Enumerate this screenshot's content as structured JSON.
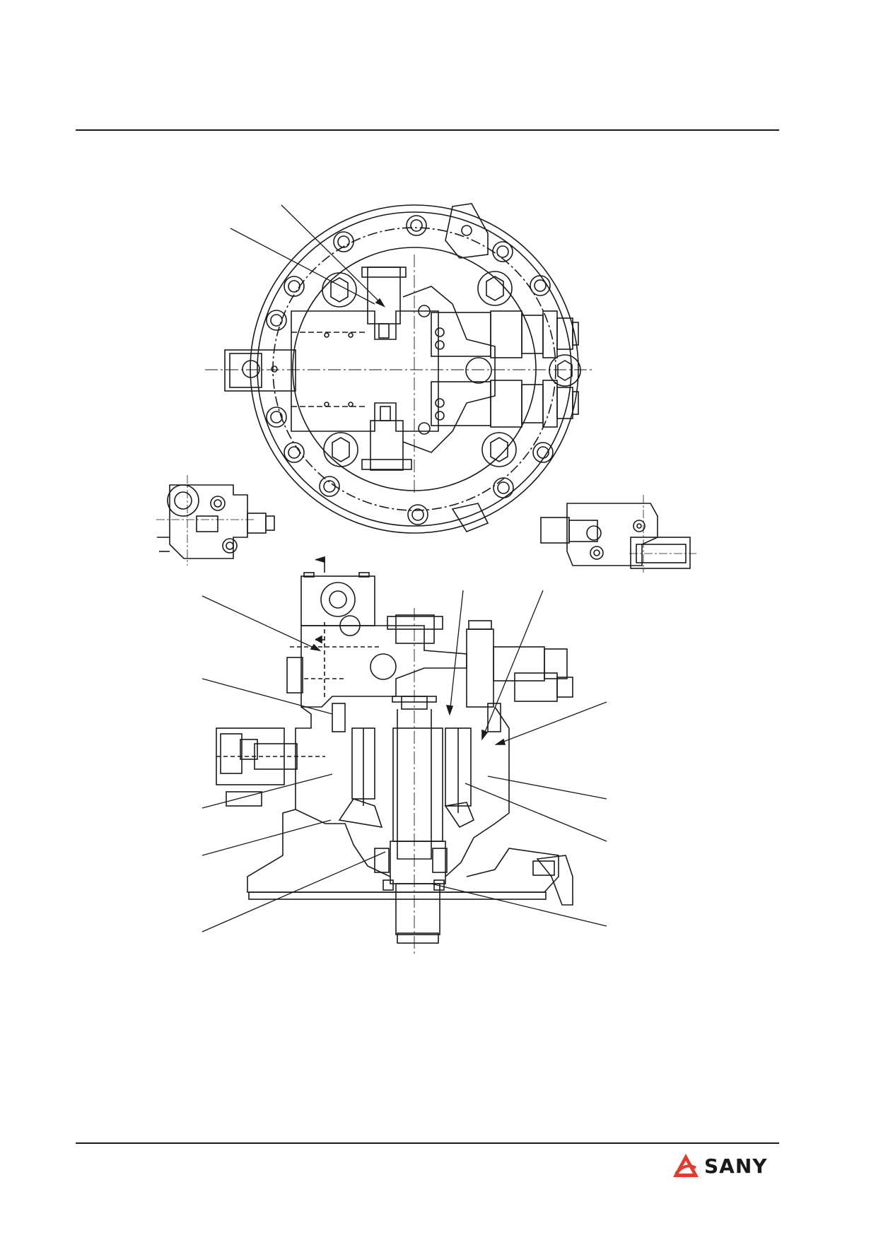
{
  "header": {
    "divider": "top-rule"
  },
  "footer": {
    "brand": "SANY",
    "logo_icon": "sany-triangle-logo-icon",
    "brand_color": "#e23b2e"
  },
  "drawing": {
    "kind": "technical-line-drawing",
    "subject": "swing-motor-top-and-section-views",
    "callouts_printed": false,
    "line_color": "#1a1a1a"
  }
}
